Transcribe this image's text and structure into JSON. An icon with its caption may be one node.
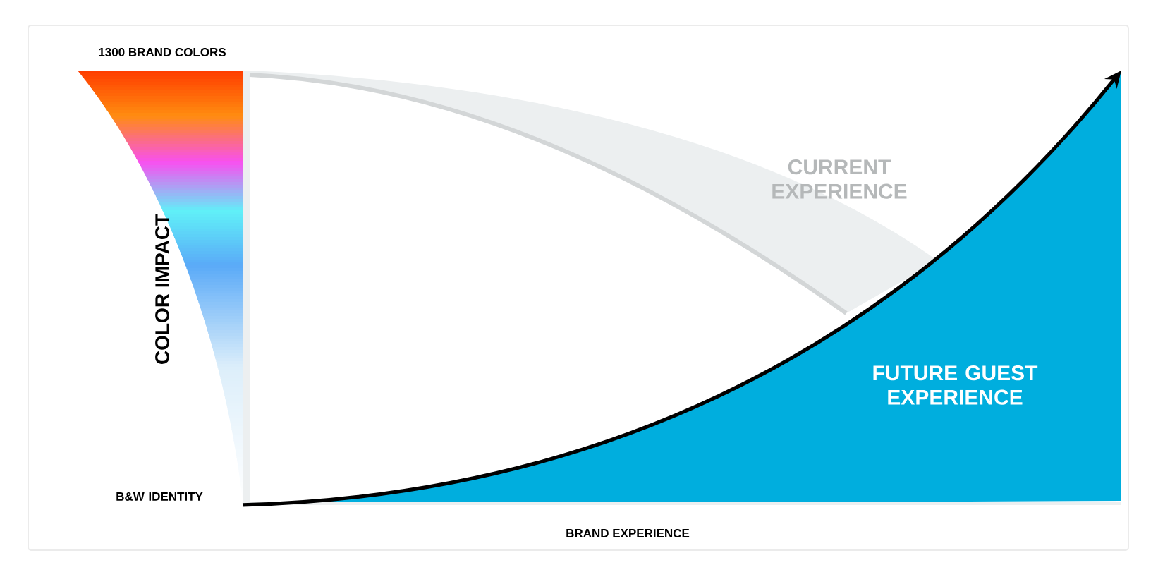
{
  "diagram": {
    "labels": [
      "1300 BRAND COLORS",
      "COLOR IMPACT",
      "CURRENT EXPERIENCE",
      "FUTURE GUEST EXPERIENCE",
      "B&W IDENTITY",
      "BRAND EXPERIENCE"
    ]
  }
}
